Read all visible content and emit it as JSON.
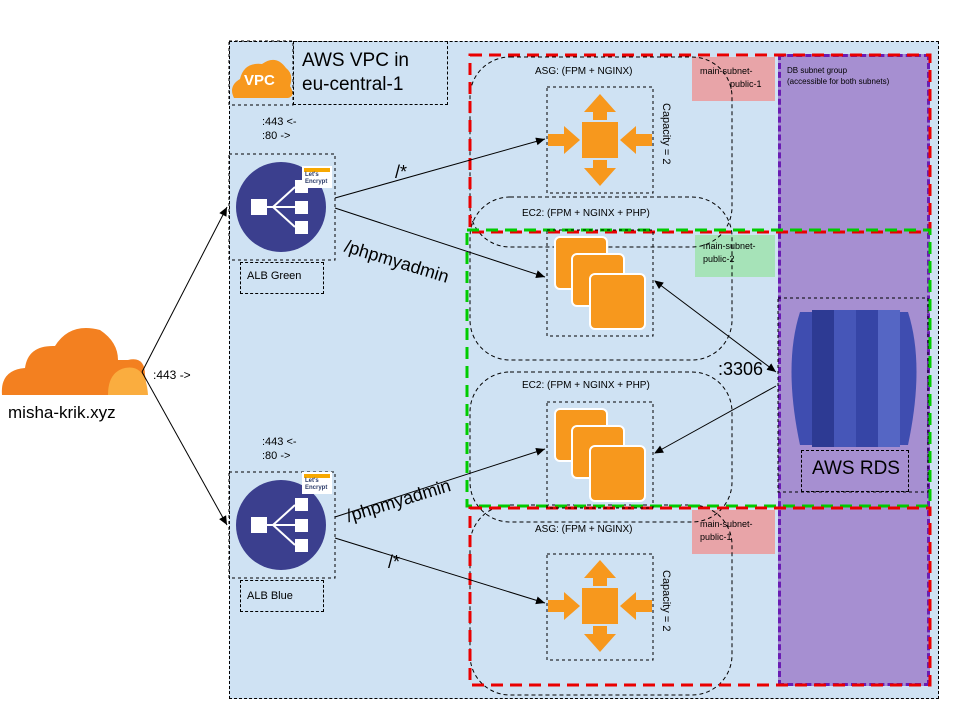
{
  "vpc": {
    "title_line1": "AWS VPC in",
    "title_line2": "eu-central-1",
    "logo_text": "VPC"
  },
  "cloudflare": {
    "domain": "misha-krik.xyz",
    "port_label": ":443 ->"
  },
  "alb_green": {
    "label": "ALB Green",
    "ports_line1": ":443 <-",
    "ports_line2": ":80 ->",
    "route_all": "/*",
    "route_pma": "/phpmyadmin",
    "badge_line1": "Let's",
    "badge_line2": "Encrypt"
  },
  "alb_blue": {
    "label": "ALB Blue",
    "ports_line1": ":443 <-",
    "ports_line2": ":80 ->",
    "route_all": "/*",
    "route_pma": "/phpmyadmin",
    "badge_line1": "Let's",
    "badge_line2": "Encrypt"
  },
  "asg_top": {
    "title": "ASG: (FPM + NGINX)",
    "capacity": "Capacity = 2"
  },
  "asg_bottom": {
    "title": "ASG: (FPM + NGINX)",
    "capacity": "Capacity = 2"
  },
  "ec2_top": {
    "title": "EC2: (FPM + NGINX + PHP)"
  },
  "ec2_bottom": {
    "title": "EC2: (FPM + NGINX + PHP)"
  },
  "subnets": {
    "public_1_top_line1": "main-subnet-",
    "public_1_top_line2": "public-1",
    "public_2_line1": "main-subnet-",
    "public_2_line2": "public-2",
    "public_1_bottom_line1": "main-subnet-",
    "public_1_bottom_line2": "public-1"
  },
  "db": {
    "group_line1": "DB subnet group",
    "group_line2": "(accessible for both subnets)",
    "port": ":3306",
    "rds_label": "AWS RDS"
  },
  "colors": {
    "vpc_bg": "#cfe2f3",
    "aws_orange": "#f7981d",
    "alb_blue": "#3b3f8e",
    "db_purple": "#a68fd1",
    "subnet_red": "#ea0000",
    "subnet_green": "#00cc00",
    "tag_red": "#e8a4a8",
    "tag_green": "#a6e3b8",
    "rds_blue": "#3f4db0"
  }
}
